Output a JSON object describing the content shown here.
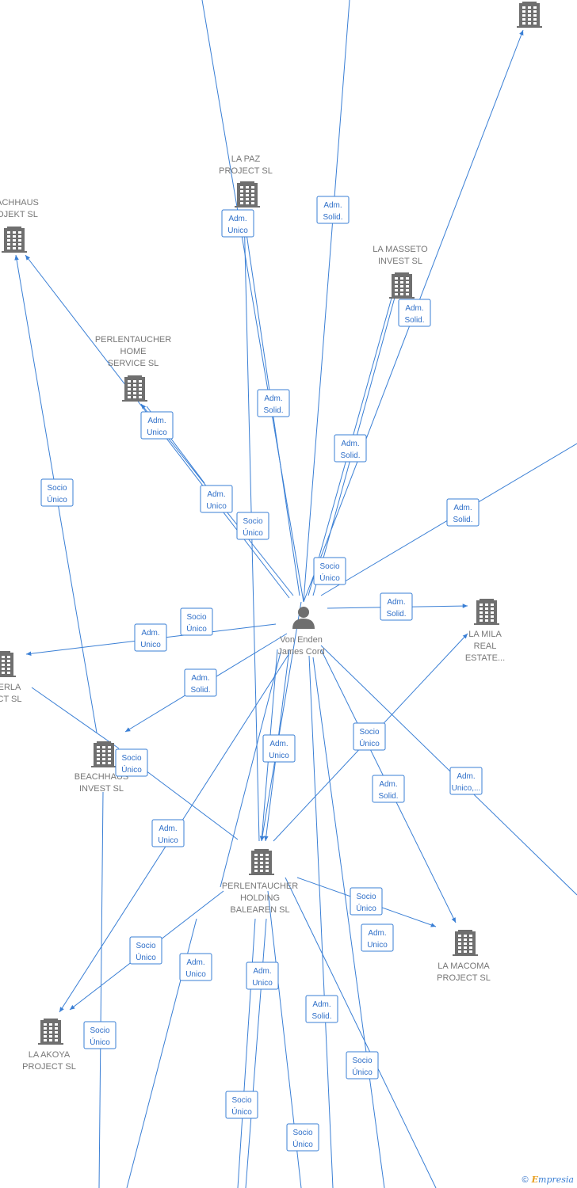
{
  "colors": {
    "edge": "#3a7fd5",
    "node": "#6f6f6f",
    "label": "#777777"
  },
  "nodes": [
    {
      "id": "center",
      "type": "person",
      "icon": "person-icon",
      "label": [
        "Von Enden",
        "James Cord"
      ]
    },
    {
      "id": "la-paz",
      "type": "company",
      "icon": "building-icon",
      "label": [
        "LA PAZ",
        "PROJECT  SL"
      ]
    },
    {
      "id": "beachhaus-projekt",
      "type": "company",
      "icon": "building-icon",
      "label": [
        "ACHHAUS",
        "OJEKT  SL"
      ]
    },
    {
      "id": "la-masseto",
      "type": "company",
      "icon": "building-icon",
      "label": [
        "LA MASSETO",
        "INVEST  SL"
      ]
    },
    {
      "id": "perlentaucher-home",
      "type": "company",
      "icon": "building-icon",
      "label": [
        "PERLENTAUCHER",
        "HOME",
        "SERVICE  SL"
      ]
    },
    {
      "id": "la-mila",
      "type": "company",
      "icon": "building-icon",
      "label": [
        "LA MILA",
        "REAL",
        "ESTATE..."
      ]
    },
    {
      "id": "perla",
      "type": "company",
      "icon": "building-icon",
      "label": [
        "ERLA",
        "CT  SL"
      ]
    },
    {
      "id": "beachhaus-invest",
      "type": "company",
      "icon": "building-icon",
      "label": [
        "BEACHHAUS",
        "INVEST  SL"
      ]
    },
    {
      "id": "perlentaucher-holding",
      "type": "company",
      "icon": "building-icon",
      "label": [
        "PERLENTAUCHER",
        "HOLDING",
        "BALEAREN  SL"
      ]
    },
    {
      "id": "la-macoma",
      "type": "company",
      "icon": "building-icon",
      "label": [
        "LA MACOMA",
        "PROJECT  SL"
      ]
    },
    {
      "id": "la-akoya",
      "type": "company",
      "icon": "building-icon",
      "label": [
        "LA AKOYA",
        "PROJECT  SL"
      ]
    },
    {
      "id": "top-right",
      "type": "company",
      "icon": "building-icon",
      "label": []
    }
  ],
  "edge_labels": [
    {
      "lines": [
        "Adm.",
        "Unico"
      ]
    },
    {
      "lines": [
        "Adm.",
        "Solid."
      ]
    },
    {
      "lines": [
        "Adm.",
        "Solid."
      ]
    },
    {
      "lines": [
        "Adm.",
        "Solid."
      ]
    },
    {
      "lines": [
        "Adm.",
        "Unico"
      ]
    },
    {
      "lines": [
        "Adm.",
        "Solid."
      ]
    },
    {
      "lines": [
        "Socio",
        "Único"
      ]
    },
    {
      "lines": [
        "Adm.",
        "Unico"
      ]
    },
    {
      "lines": [
        "Socio",
        "Único"
      ]
    },
    {
      "lines": [
        "Adm.",
        "Solid."
      ]
    },
    {
      "lines": [
        "Socio",
        "Único"
      ]
    },
    {
      "lines": [
        "Adm.",
        "Solid."
      ]
    },
    {
      "lines": [
        "Socio",
        "Único"
      ]
    },
    {
      "lines": [
        "Adm.",
        "Unico"
      ]
    },
    {
      "lines": [
        "Adm.",
        "Solid."
      ]
    },
    {
      "lines": [
        "Socio",
        "Único"
      ]
    },
    {
      "lines": [
        "Adm.",
        "Unico"
      ]
    },
    {
      "lines": [
        "Socio",
        "Único"
      ]
    },
    {
      "lines": [
        "Adm.",
        "Unico,..."
      ]
    },
    {
      "lines": [
        "Adm.",
        "Solid."
      ]
    },
    {
      "lines": [
        "Adm.",
        "Unico"
      ]
    },
    {
      "lines": [
        "Socio",
        "Único"
      ]
    },
    {
      "lines": [
        "Adm.",
        "Unico"
      ]
    },
    {
      "lines": [
        "Socio",
        "Único"
      ]
    },
    {
      "lines": [
        "Adm.",
        "Unico"
      ]
    },
    {
      "lines": [
        "Adm.",
        "Unico"
      ]
    },
    {
      "lines": [
        "Adm.",
        "Solid."
      ]
    },
    {
      "lines": [
        "Socio",
        "Único"
      ]
    },
    {
      "lines": [
        "Socio",
        "Único"
      ]
    },
    {
      "lines": [
        "Socio",
        "Único"
      ]
    },
    {
      "lines": [
        "Socio",
        "Único"
      ]
    }
  ],
  "footer": {
    "copyright": "©",
    "brand_initial": "E",
    "brand_rest": "mpresia"
  }
}
